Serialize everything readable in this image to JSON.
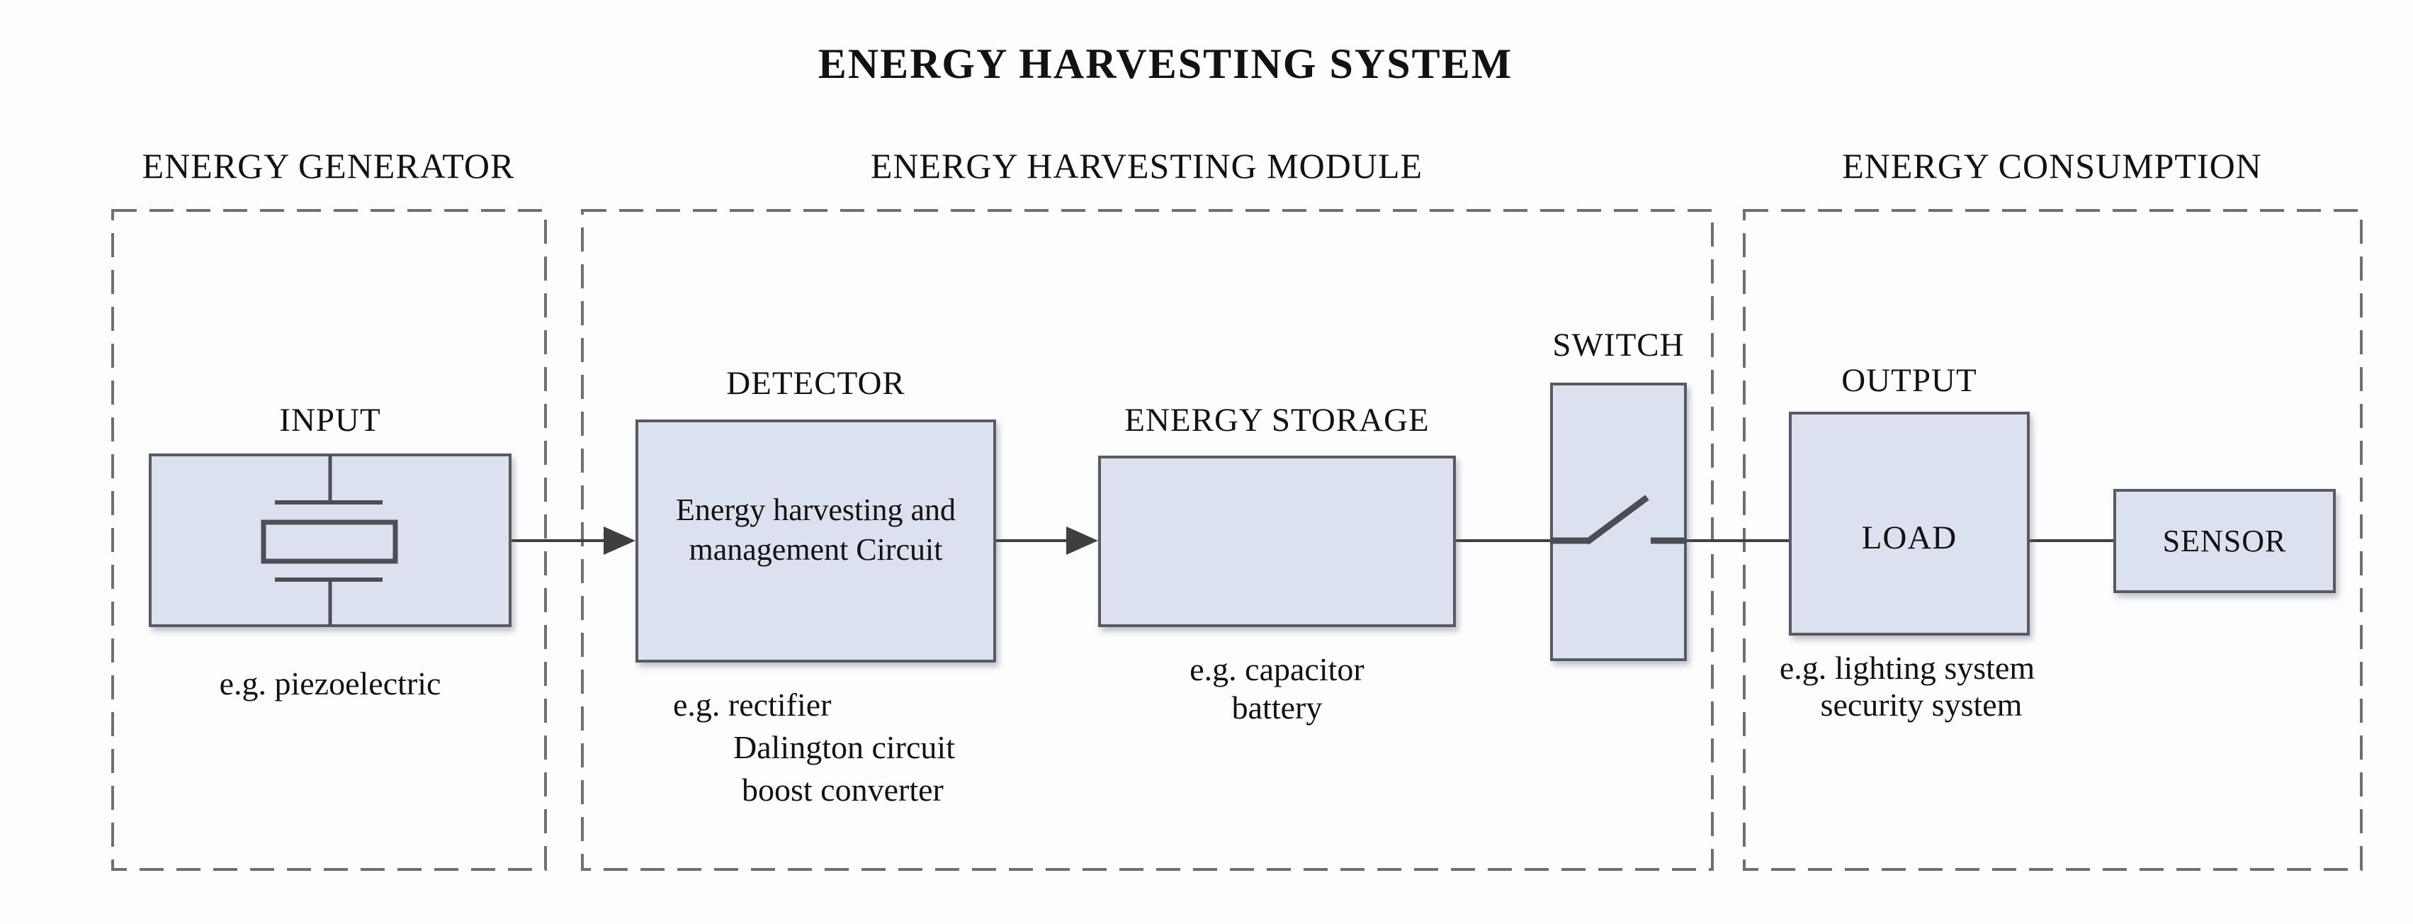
{
  "title": "ENERGY HARVESTING SYSTEM",
  "sections": {
    "generator": {
      "label": "ENERGY GENERATOR"
    },
    "module": {
      "label": "ENERGY HARVESTING MODULE"
    },
    "consumption": {
      "label": "ENERGY CONSUMPTION"
    }
  },
  "input": {
    "label": "INPUT",
    "caption": "e.g. piezoelectric"
  },
  "detector": {
    "label": "DETECTOR",
    "line1": "Energy harvesting and",
    "line2": "management Circuit",
    "caption1": "e.g. rectifier",
    "caption2": "Dalington circuit",
    "caption3": "boost converter"
  },
  "storage": {
    "label": "ENERGY STORAGE",
    "caption1": "e.g. capacitor",
    "caption2": "battery"
  },
  "switch": {
    "label": "SWITCH"
  },
  "output": {
    "label": "OUTPUT",
    "load": "LOAD",
    "caption1": "e.g. lighting system",
    "caption2": "security system"
  },
  "sensor": {
    "label": "SENSOR"
  },
  "colors": {
    "box_fill": "#dce1f0",
    "box_border": "#575b62",
    "wire": "#3f3f3f",
    "dashed": "#6f6f6f",
    "text": "#121212"
  }
}
